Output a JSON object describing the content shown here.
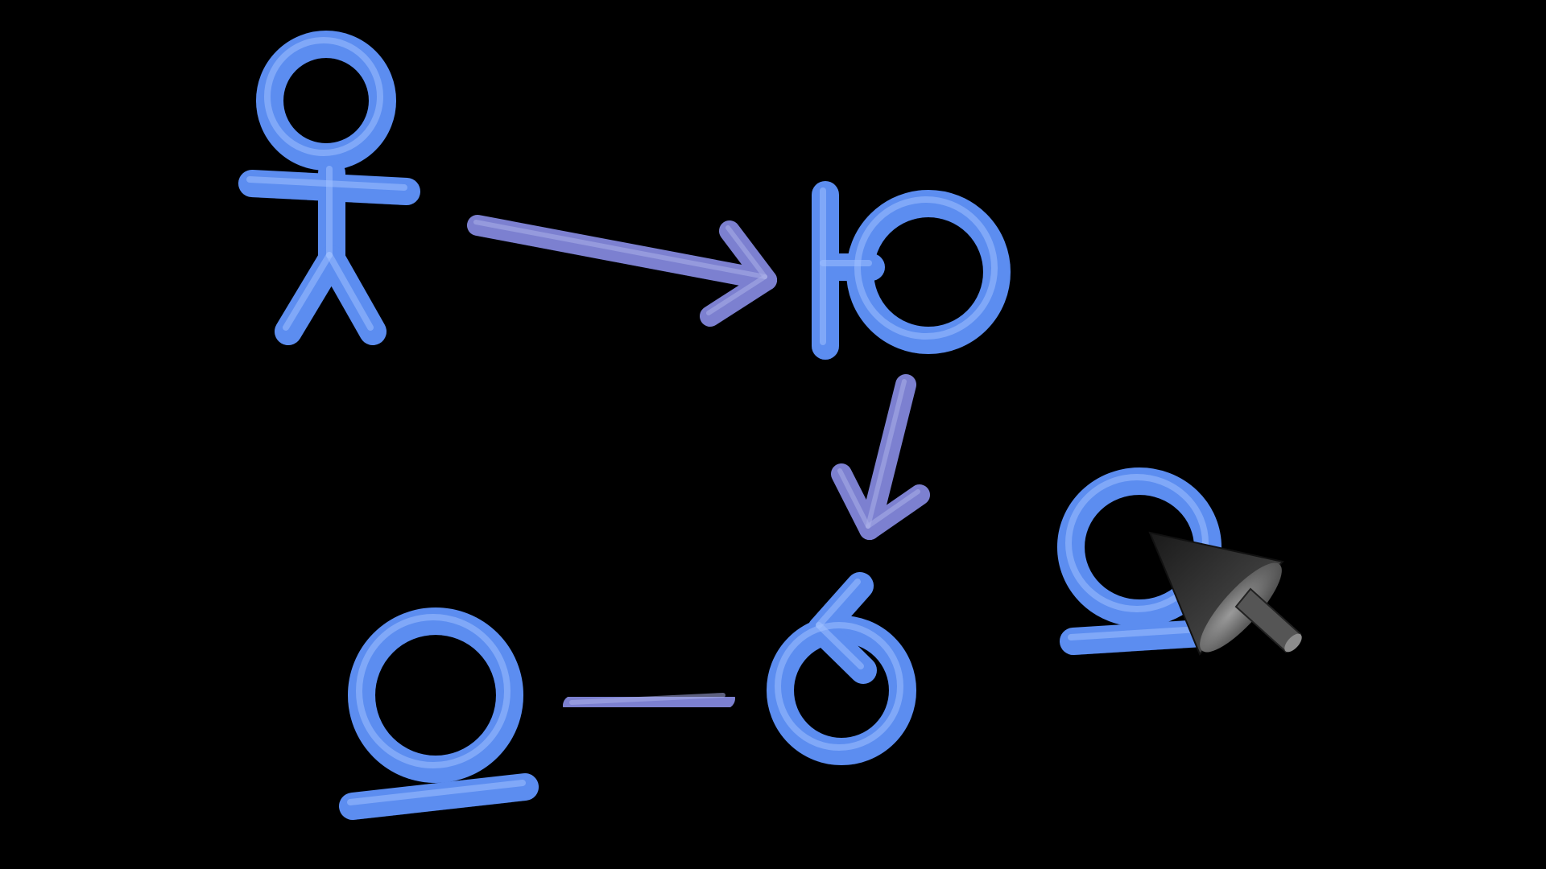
{
  "scene": {
    "background_color": "#000000",
    "node_color": "#5b8df0",
    "node_highlight_color": "#9fc0ff",
    "arrow_color": "#7b80d0",
    "arrow_highlight_color": "#a9aee8",
    "cursor_color": "#3c3c3c",
    "cursor_highlight_color": "#8a8a8a"
  },
  "diagram": {
    "nodes": [
      {
        "id": "actor",
        "icon": "actor-stick-figure-icon"
      },
      {
        "id": "boundary",
        "icon": "boundary-class-icon"
      },
      {
        "id": "control",
        "icon": "control-class-icon"
      },
      {
        "id": "entity-left",
        "icon": "entity-class-icon"
      },
      {
        "id": "entity-right",
        "icon": "entity-class-icon"
      }
    ],
    "connections": [
      {
        "from": "actor",
        "to": "boundary",
        "style": "arrow"
      },
      {
        "from": "boundary",
        "to": "control",
        "style": "arrow"
      },
      {
        "from": "entity-left",
        "to": "control",
        "style": "line"
      }
    ]
  },
  "pointer": {
    "icon": "mouse-cursor-3d-icon"
  }
}
